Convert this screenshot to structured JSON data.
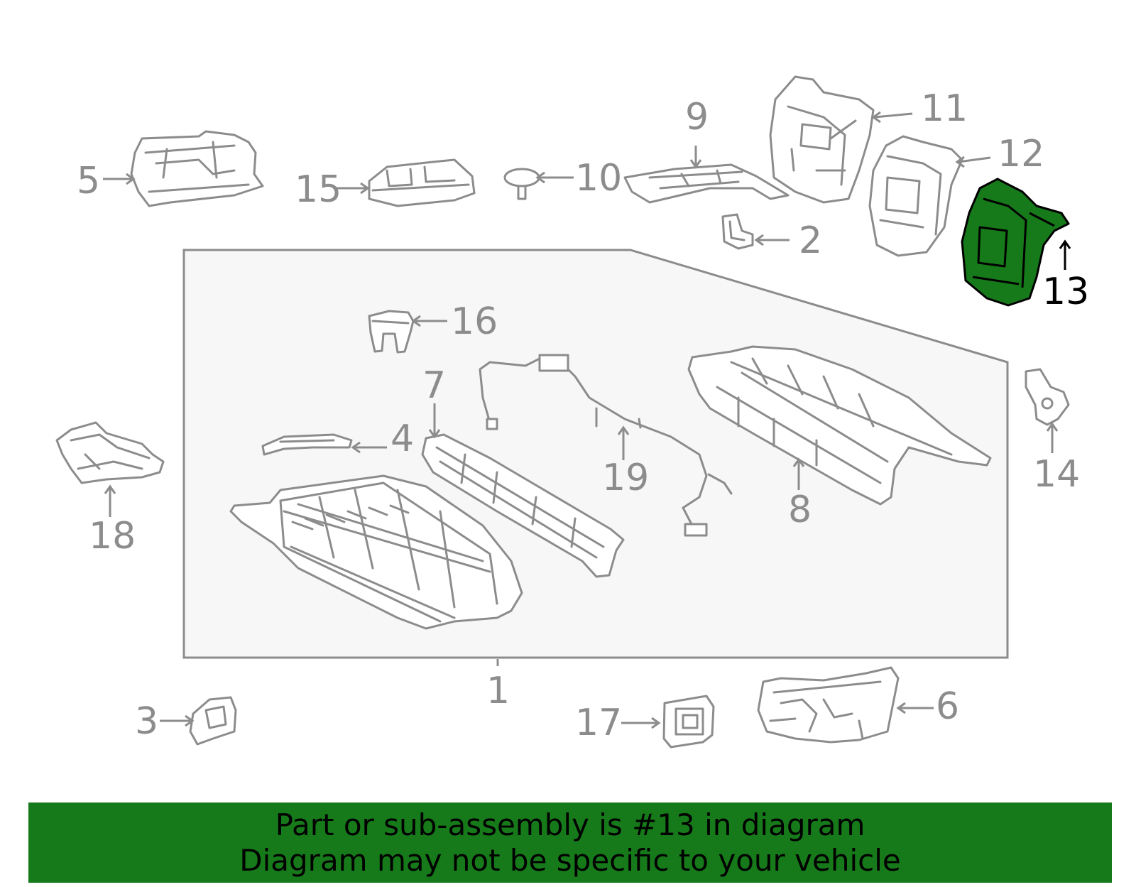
{
  "diagram": {
    "callouts": [
      {
        "id": "1",
        "label": "1"
      },
      {
        "id": "2",
        "label": "2"
      },
      {
        "id": "3",
        "label": "3"
      },
      {
        "id": "4",
        "label": "4"
      },
      {
        "id": "5",
        "label": "5"
      },
      {
        "id": "6",
        "label": "6"
      },
      {
        "id": "7",
        "label": "7"
      },
      {
        "id": "8",
        "label": "8"
      },
      {
        "id": "9",
        "label": "9"
      },
      {
        "id": "10",
        "label": "10"
      },
      {
        "id": "11",
        "label": "11"
      },
      {
        "id": "12",
        "label": "12"
      },
      {
        "id": "13",
        "label": "13"
      },
      {
        "id": "14",
        "label": "14"
      },
      {
        "id": "15",
        "label": "15"
      },
      {
        "id": "16",
        "label": "16"
      },
      {
        "id": "17",
        "label": "17"
      },
      {
        "id": "18",
        "label": "18"
      },
      {
        "id": "19",
        "label": "19"
      }
    ],
    "highlighted_part": "13",
    "colors": {
      "line": "#8c8c8c",
      "highlight": "#177a1a",
      "banner_bg": "#177a1a",
      "assembly_box_fill": "#f7f7f7"
    }
  },
  "banner": {
    "line1": "Part or sub-assembly is #13 in diagram",
    "line2": "Diagram may not be specific to your vehicle"
  }
}
